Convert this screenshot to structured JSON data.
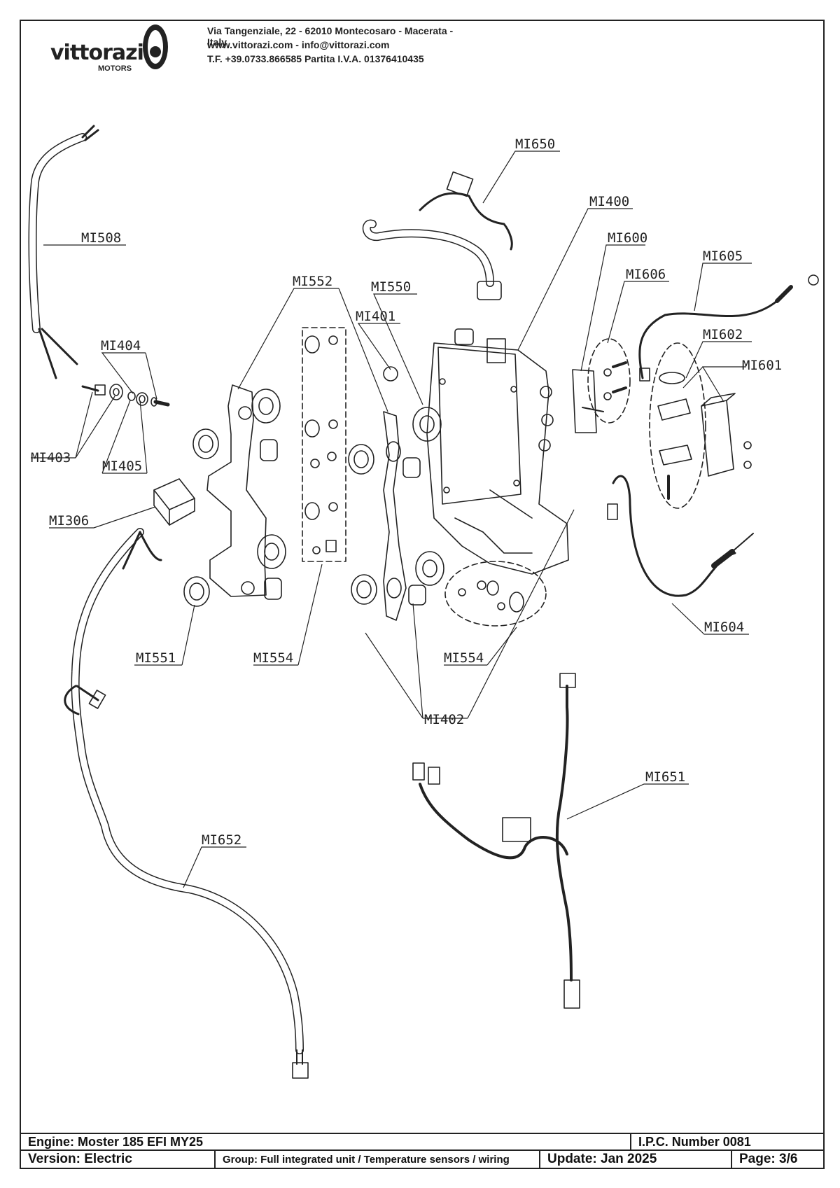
{
  "header": {
    "brand": "vittorazi",
    "brand_sub": "MOTORS",
    "address_line1": "Via Tangenziale, 22 - 62010 Montecosaro - Macerata - Italy",
    "address_line2": "www.vittorazi.com - info@vittorazi.com",
    "address_line3": "T.F. +39.0733.866585 Partita I.V.A. 01376410435"
  },
  "callouts": {
    "mi650": "MI650",
    "mi400": "MI400",
    "mi600": "MI600",
    "mi605": "MI605",
    "mi606": "MI606",
    "mi602": "MI602",
    "mi601": "MI601",
    "mi508": "MI508",
    "mi552": "MI552",
    "mi550": "MI550",
    "mi401": "MI401",
    "mi404": "MI404",
    "mi403": "MI403",
    "mi405": "MI405",
    "mi306": "MI306",
    "mi551": "MI551",
    "mi554_left": "MI554",
    "mi554_right": "MI554",
    "mi402": "MI402",
    "mi604": "MI604",
    "mi651": "MI651",
    "mi652": "MI652"
  },
  "footer": {
    "engine": "Engine: Moster 185 EFI MY25",
    "ipc": "I.P.C. Number 0081",
    "version": "Version: Electric",
    "group": "Group: Full integrated unit / Temperature sensors / wiring",
    "update": "Update: Jan 2025",
    "page": "Page: 3/6"
  }
}
